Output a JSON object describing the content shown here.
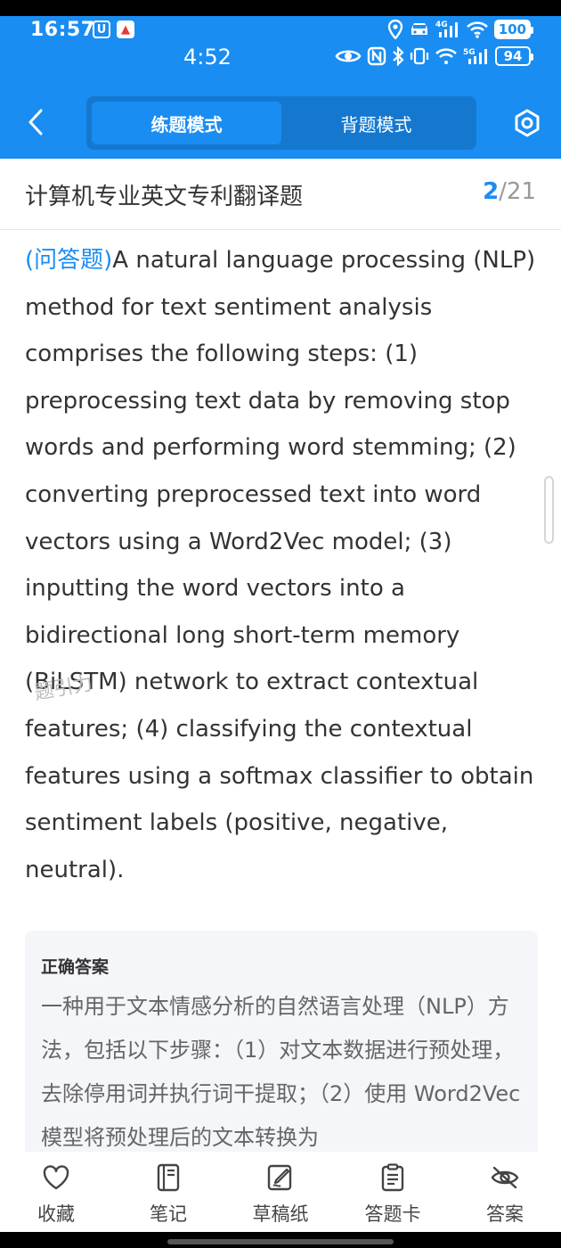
{
  "status_bar": {
    "time_primary": "16:57",
    "time_secondary": "4:52",
    "net_4g": "4G",
    "net_5g": "5G",
    "battery_primary": "100",
    "battery_secondary": "94"
  },
  "header": {
    "modes": [
      "练题模式",
      "背题模式"
    ],
    "active_mode": "练题模式"
  },
  "title_row": {
    "title": "计算机专业英文专利翻译题",
    "current": "2",
    "total": "/21"
  },
  "question": {
    "type_label": "(问答题)",
    "text": "A natural language processing (NLP) method for text sentiment analysis comprises the following steps: (1) preprocessing text data by removing stop words and performing word stemming; (2) converting preprocessed text into word vectors using a Word2Vec model; (3) inputting the word vectors into a bidirectional long short-term memory (BiLSTM) network to extract contextual features; (4) classifying the contextual features using a softmax classifier to obtain sentiment labels (positive, negative, neutral).",
    "watermark": "题引力"
  },
  "answer": {
    "label": "正确答案",
    "text": "一种用于文本情感分析的自然语言处理（NLP）方法，包括以下步骤：（1）对文本数据进行预处理，去除停用词并执行词干提取；（2）使用 Word2Vec 模型将预处理后的文本转换为"
  },
  "tabbar": {
    "items": [
      {
        "label": "收藏",
        "icon": "heart-icon"
      },
      {
        "label": "笔记",
        "icon": "notebook-icon"
      },
      {
        "label": "草稿纸",
        "icon": "draft-icon"
      },
      {
        "label": "答题卡",
        "icon": "answer-card-icon"
      },
      {
        "label": "答案",
        "icon": "eye-off-icon"
      }
    ]
  },
  "colors": {
    "accent": "#1a8df2",
    "segment_bg": "#1578cf",
    "text": "#333333",
    "muted": "#999999"
  }
}
